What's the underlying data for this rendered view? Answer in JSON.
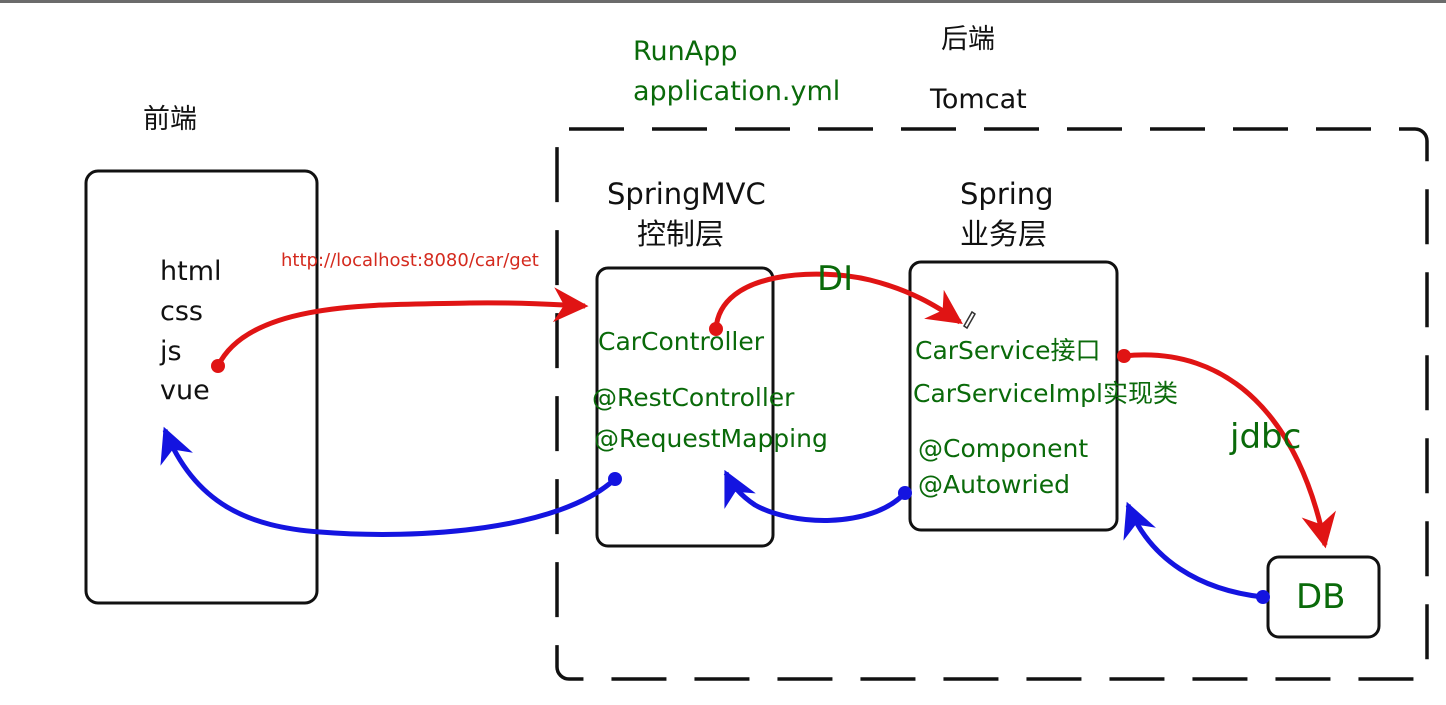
{
  "labels": {
    "frontend": "前端",
    "backend": "后端",
    "tomcat": "Tomcat",
    "run_app": "RunApp",
    "app_yml": "application.yml",
    "url": "http://localhost:8080/car/get",
    "di": "DI",
    "jdbc": "jdbc"
  },
  "frontend_box": {
    "items": [
      "html",
      "css",
      "js",
      "vue"
    ]
  },
  "controller_box": {
    "title": "SpringMVC",
    "subtitle": "控制层",
    "class_name": "CarController",
    "annotations": [
      "@RestController",
      "@RequestMapping"
    ]
  },
  "service_box": {
    "title": "Spring",
    "subtitle": "业务层",
    "interface_name": "CarService接口",
    "impl_name": "CarServiceImpl实现类",
    "annotations": [
      "@Component",
      "@Autowried"
    ]
  },
  "db_box": {
    "label": "DB"
  },
  "colors": {
    "request_arrow": "#e01414",
    "response_arrow": "#1414e0",
    "code_text": "#0a6a0a",
    "url_text": "#d42a1e"
  }
}
